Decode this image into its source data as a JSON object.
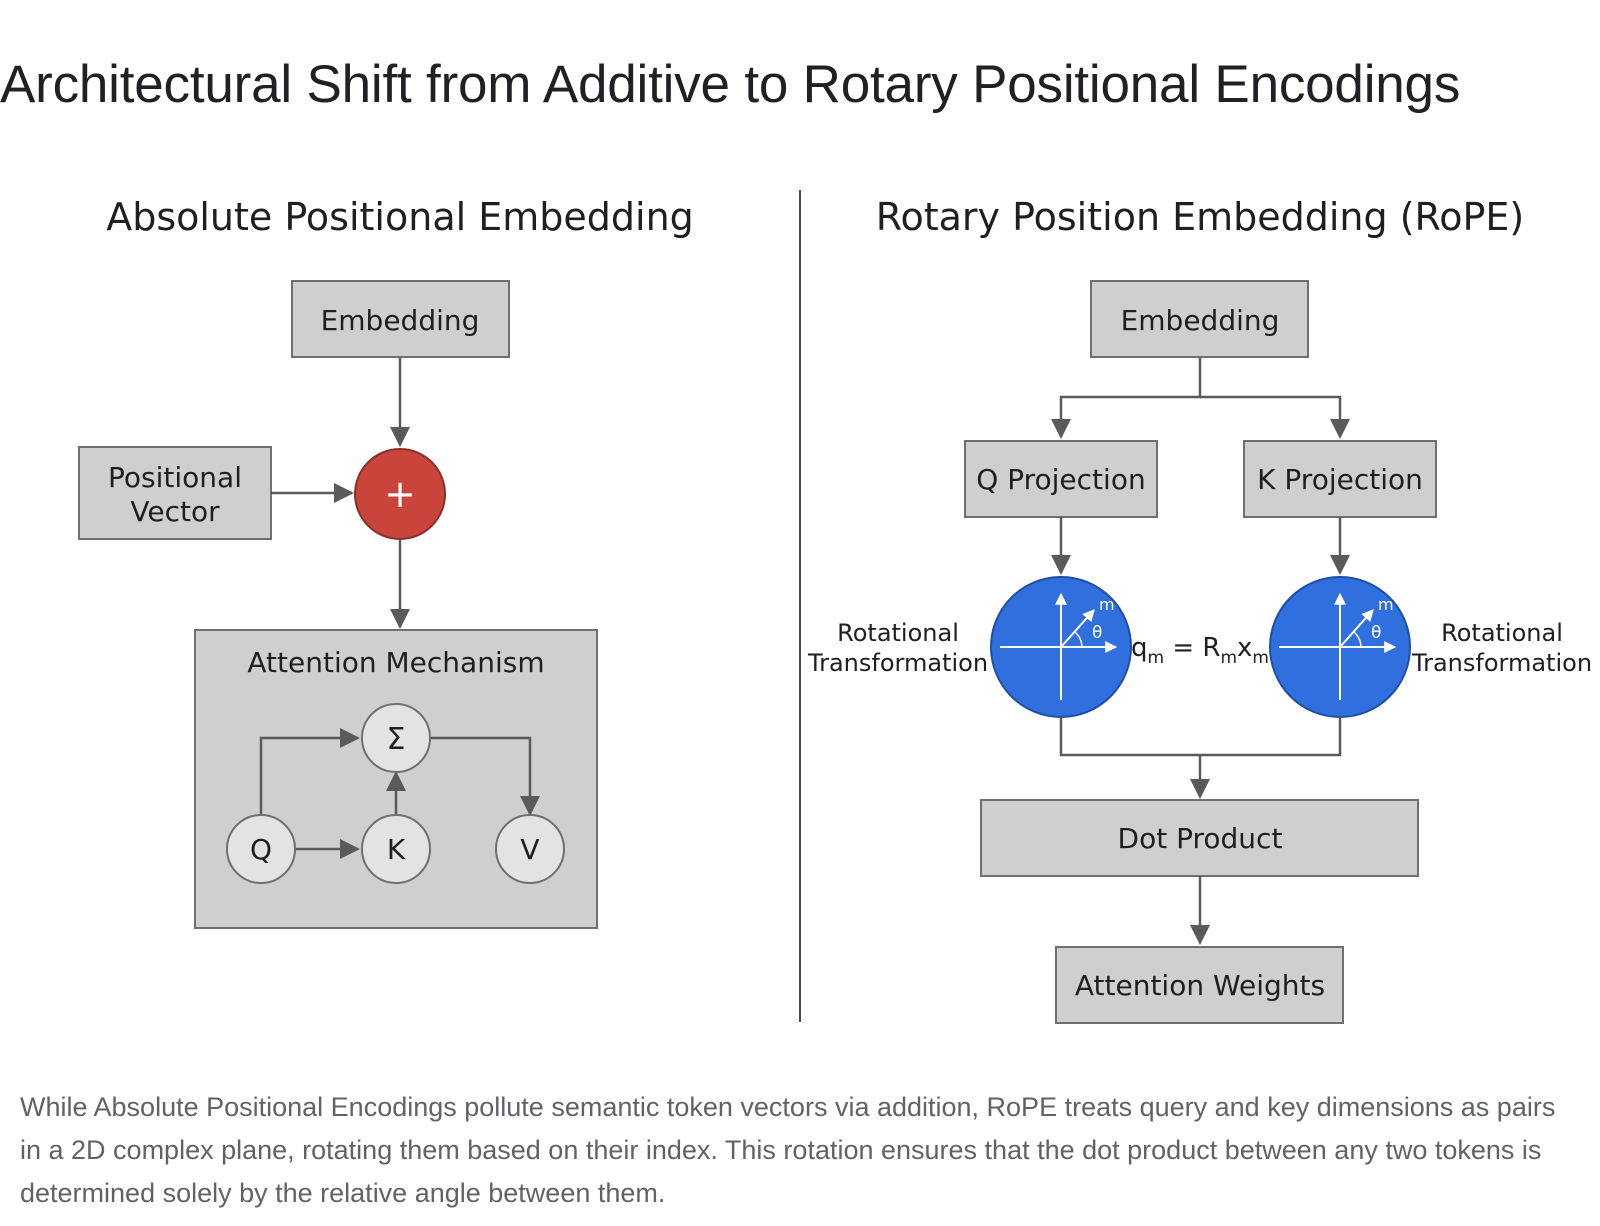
{
  "title": "Architectural Shift from Additive to Rotary Positional Encodings",
  "left_panel": {
    "heading": "Absolute Positional Embedding",
    "embedding_label": "Embedding",
    "positional_vector_label_line1": "Positional",
    "positional_vector_label_line2": "Vector",
    "add_symbol": "+",
    "attention_label": "Attention Mechanism",
    "sum_symbol": "Σ",
    "q_label": "Q",
    "k_label": "K",
    "v_label": "V"
  },
  "right_panel": {
    "heading": "Rotary Position Embedding (RoPE)",
    "embedding_label": "Embedding",
    "q_projection_label": "Q Projection",
    "k_projection_label": "K Projection",
    "rotational_line1": "Rotational",
    "rotational_line2": "Transformation",
    "axis_m_label": "m",
    "angle_label": "θ",
    "formula": {
      "q": "q",
      "q_sub": "m",
      "equals": " = R",
      "r_sub": "m",
      "x": "x",
      "x_sub": "m"
    },
    "dot_product_label": "Dot Product",
    "attention_weights_label": "Attention Weights"
  },
  "caption": "While Absolute Positional Encodings pollute semantic token vectors via addition, RoPE treats query and key dimensions as pairs in a 2D complex plane, rotating them based on their index. This rotation ensures that the dot product between any two tokens is determined solely by the relative angle between them.",
  "colors": {
    "box_fill": "#cfcfcf",
    "box_stroke": "#6f6f6f",
    "add_node": "#c9443a",
    "rotation_circle": "#2f6fde",
    "node_fill": "#e3e3e3"
  }
}
